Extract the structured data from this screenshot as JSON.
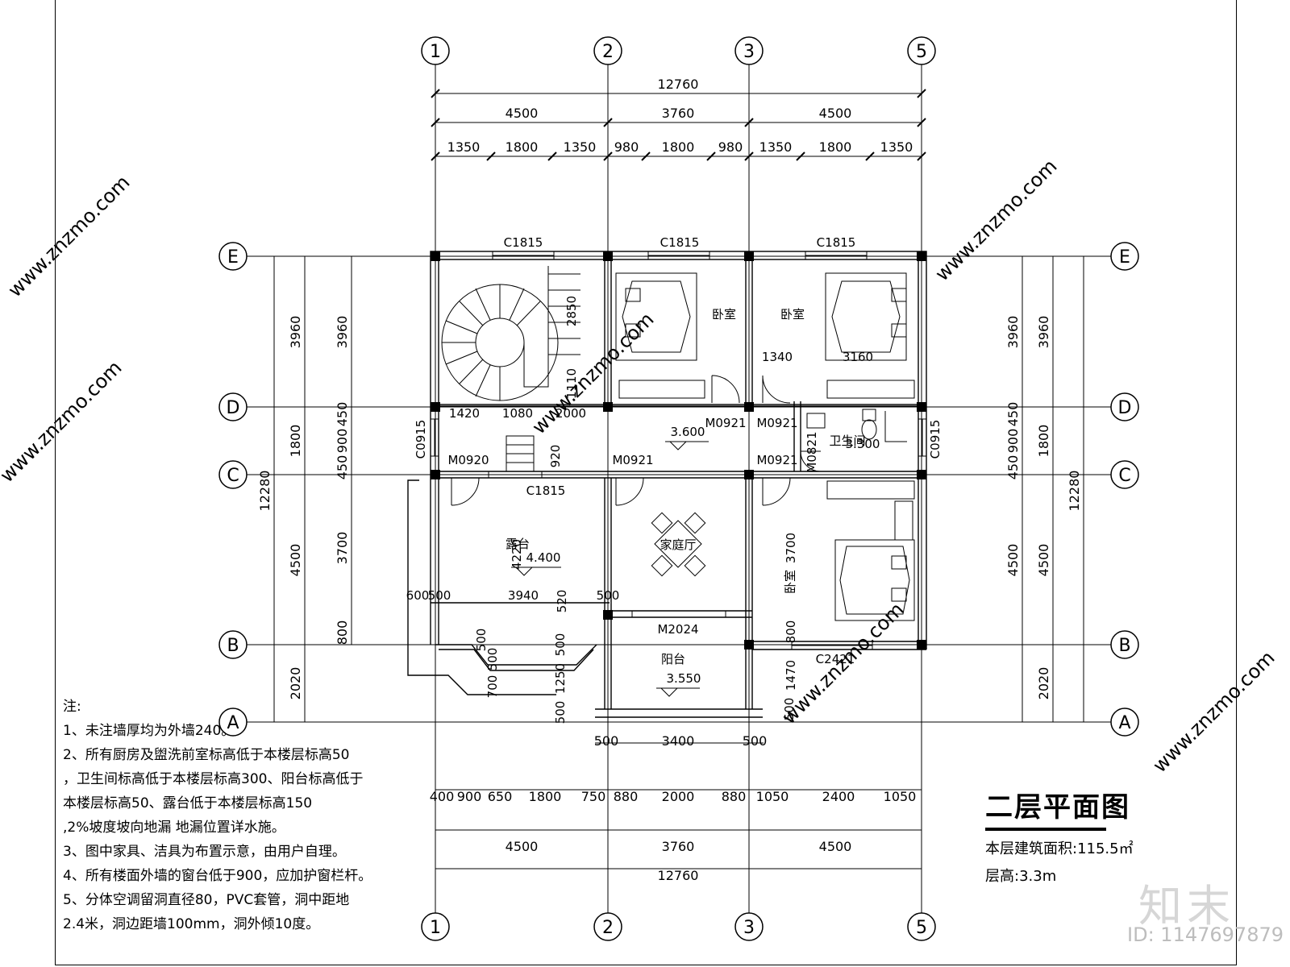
{
  "drawing": {
    "title": "二层平面图",
    "area_label": "本层建筑面积:115.5㎡",
    "height_label": "层高:3.3m"
  },
  "axes": {
    "vertical": [
      "1",
      "2",
      "3",
      "5"
    ],
    "horizontal": [
      "E",
      "D",
      "C",
      "B",
      "A"
    ]
  },
  "dims_top": {
    "overall": "12760",
    "bays": [
      "4500",
      "3760",
      "4500"
    ],
    "detail": [
      "1350",
      "1800",
      "1350",
      "980",
      "1800",
      "980",
      "1350",
      "1800",
      "1350"
    ]
  },
  "dims_bottom": {
    "detail": [
      "400",
      "900",
      "650",
      "1800",
      "750",
      "880",
      "2000",
      "880",
      "1050",
      "2400",
      "1050"
    ],
    "bays": [
      "4500",
      "3760",
      "4500"
    ],
    "overall": "12760",
    "balcony": [
      "500",
      "3400",
      "500"
    ]
  },
  "dims_side": {
    "outer_overall": "12280",
    "bays": [
      "3960",
      "1800",
      "4500",
      "2020"
    ],
    "inner": [
      "3960",
      "450",
      "900",
      "450",
      "3700",
      "800"
    ]
  },
  "rooms": {
    "bedroom_1": "卧室",
    "bedroom_2": "卧室",
    "bedroom_3": "卧室",
    "bathroom": "卫生间",
    "family_hall": "家庭厅",
    "terrace": "露台",
    "balcony": "阳台"
  },
  "elevations": {
    "hall": "3.600",
    "bathroom": "3.300",
    "terrace": "4.400",
    "balcony": "3.550"
  },
  "openings": {
    "windows": [
      "C1815",
      "C1815",
      "C1815",
      "C0915",
      "C0915",
      "C1815",
      "C2421"
    ],
    "doors": [
      "M0921",
      "M0921",
      "M0920",
      "M0921",
      "M0921",
      "M0821",
      "M2024"
    ]
  },
  "inner_dims": [
    "2850",
    "1110",
    "1420",
    "1080",
    "2000",
    "920",
    "1340",
    "3160",
    "4220",
    "3940",
    "600",
    "500",
    "520",
    "500",
    "500",
    "500",
    "700",
    "500",
    "1250",
    "500",
    "500",
    "800",
    "1470",
    "500",
    "500",
    "500",
    "3700"
  ],
  "notes": [
    "注:",
    "1、未注墙厚均为外墙240。",
    "2、所有厨房及盥洗前室标高低于本楼层标高50",
    "，卫生间标高低于本楼层标高300、阳台标高低于",
    "本楼层标高50、露台低于本楼层标高150",
    ",2%坡度坡向地漏 地漏位置详水施。",
    "3、图中家具、洁具为布置示意，由用户自理。",
    "4、所有楼面外墙的窗台低于900，应加护窗栏杆。",
    "5、分体空调留洞直径80，PVC套管，洞中距地",
    "2.4米，洞边距墙100mm，洞外倾10度。"
  ],
  "watermark": {
    "brand": "知末",
    "id": "ID: 1147697879",
    "site": "www.znzmo.com"
  }
}
